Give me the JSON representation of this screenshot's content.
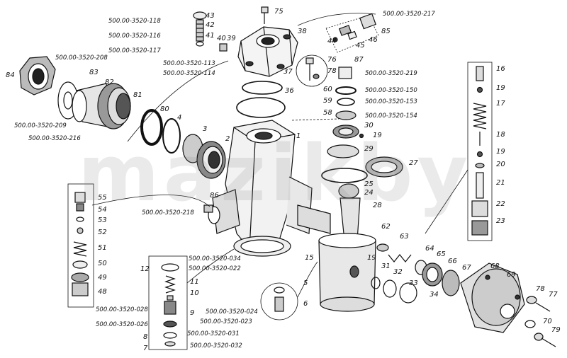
{
  "watermark": "mazikby",
  "part_numbers": {
    "p118": "500.00-3520-118",
    "p116": "500.00-3520-116",
    "p117": "500.00-3520-117",
    "p217": "500.00-3520-217",
    "p208": "500.00-3520-208",
    "p113": "500.00-3520-113",
    "p114": "500.00-3520-114",
    "p219": "500.00-3520-219",
    "p150": "500.00-3520-150",
    "p153": "500.00-3520-153",
    "p154": "500.00-3520-154",
    "p209": "500.00-3520-209",
    "p216": "500.00-3520-216",
    "p218": "500.00-3520-218",
    "p034": "500.00-3520-034",
    "p022": "500.00-3520-022",
    "p028": "500.00-3520-028",
    "p026": "500.00-3520-026",
    "p024": "500.00-3520-024",
    "p023": "500.00-3520-023",
    "p031": "500.00-3520-031",
    "p032": "500.00-3520-032"
  },
  "callouts": {
    "n75": "75",
    "n43": "43",
    "n42": "42",
    "n41": "41",
    "n40": "40",
    "n39": "39",
    "n38": "38",
    "n37": "37",
    "n85": "85",
    "n46": "46",
    "n45": "45",
    "n44": "44",
    "n84": "84",
    "n83": "83",
    "n82": "82",
    "n81": "81",
    "n80": "80",
    "n4": "4",
    "n3": "3",
    "n2": "2",
    "n1": "1",
    "n36": "36",
    "n76": "76",
    "n78a": "78",
    "n87": "87",
    "n60": "60",
    "n59": "59",
    "n58": "58",
    "n30": "30",
    "n19a": "19",
    "n29": "29",
    "n27": "27",
    "n25": "25",
    "n24": "24",
    "n28": "28",
    "n86": "86",
    "n16": "16",
    "n19b": "19",
    "n17": "17",
    "n18": "18",
    "n19c": "19",
    "n20": "20",
    "n21": "21",
    "n22": "22",
    "n23": "23",
    "n55": "55",
    "n54": "54",
    "n53": "53",
    "n52": "52",
    "n51": "51",
    "n50": "50",
    "n49": "49",
    "n48": "48",
    "n12": "12",
    "n11": "11",
    "n10": "10",
    "n9": "9",
    "n8": "8",
    "n7": "7",
    "n5": "5",
    "n6": "6",
    "n15": "15",
    "n62": "62",
    "n63": "63",
    "n64": "64",
    "n65": "65",
    "n66": "66",
    "n67": "67",
    "n68": "68",
    "n69": "69",
    "n19d": "19",
    "n31": "31",
    "n32": "32",
    "n33": "33",
    "n34": "34",
    "n78b": "78",
    "n77": "77",
    "n70": "70",
    "n79": "79"
  }
}
